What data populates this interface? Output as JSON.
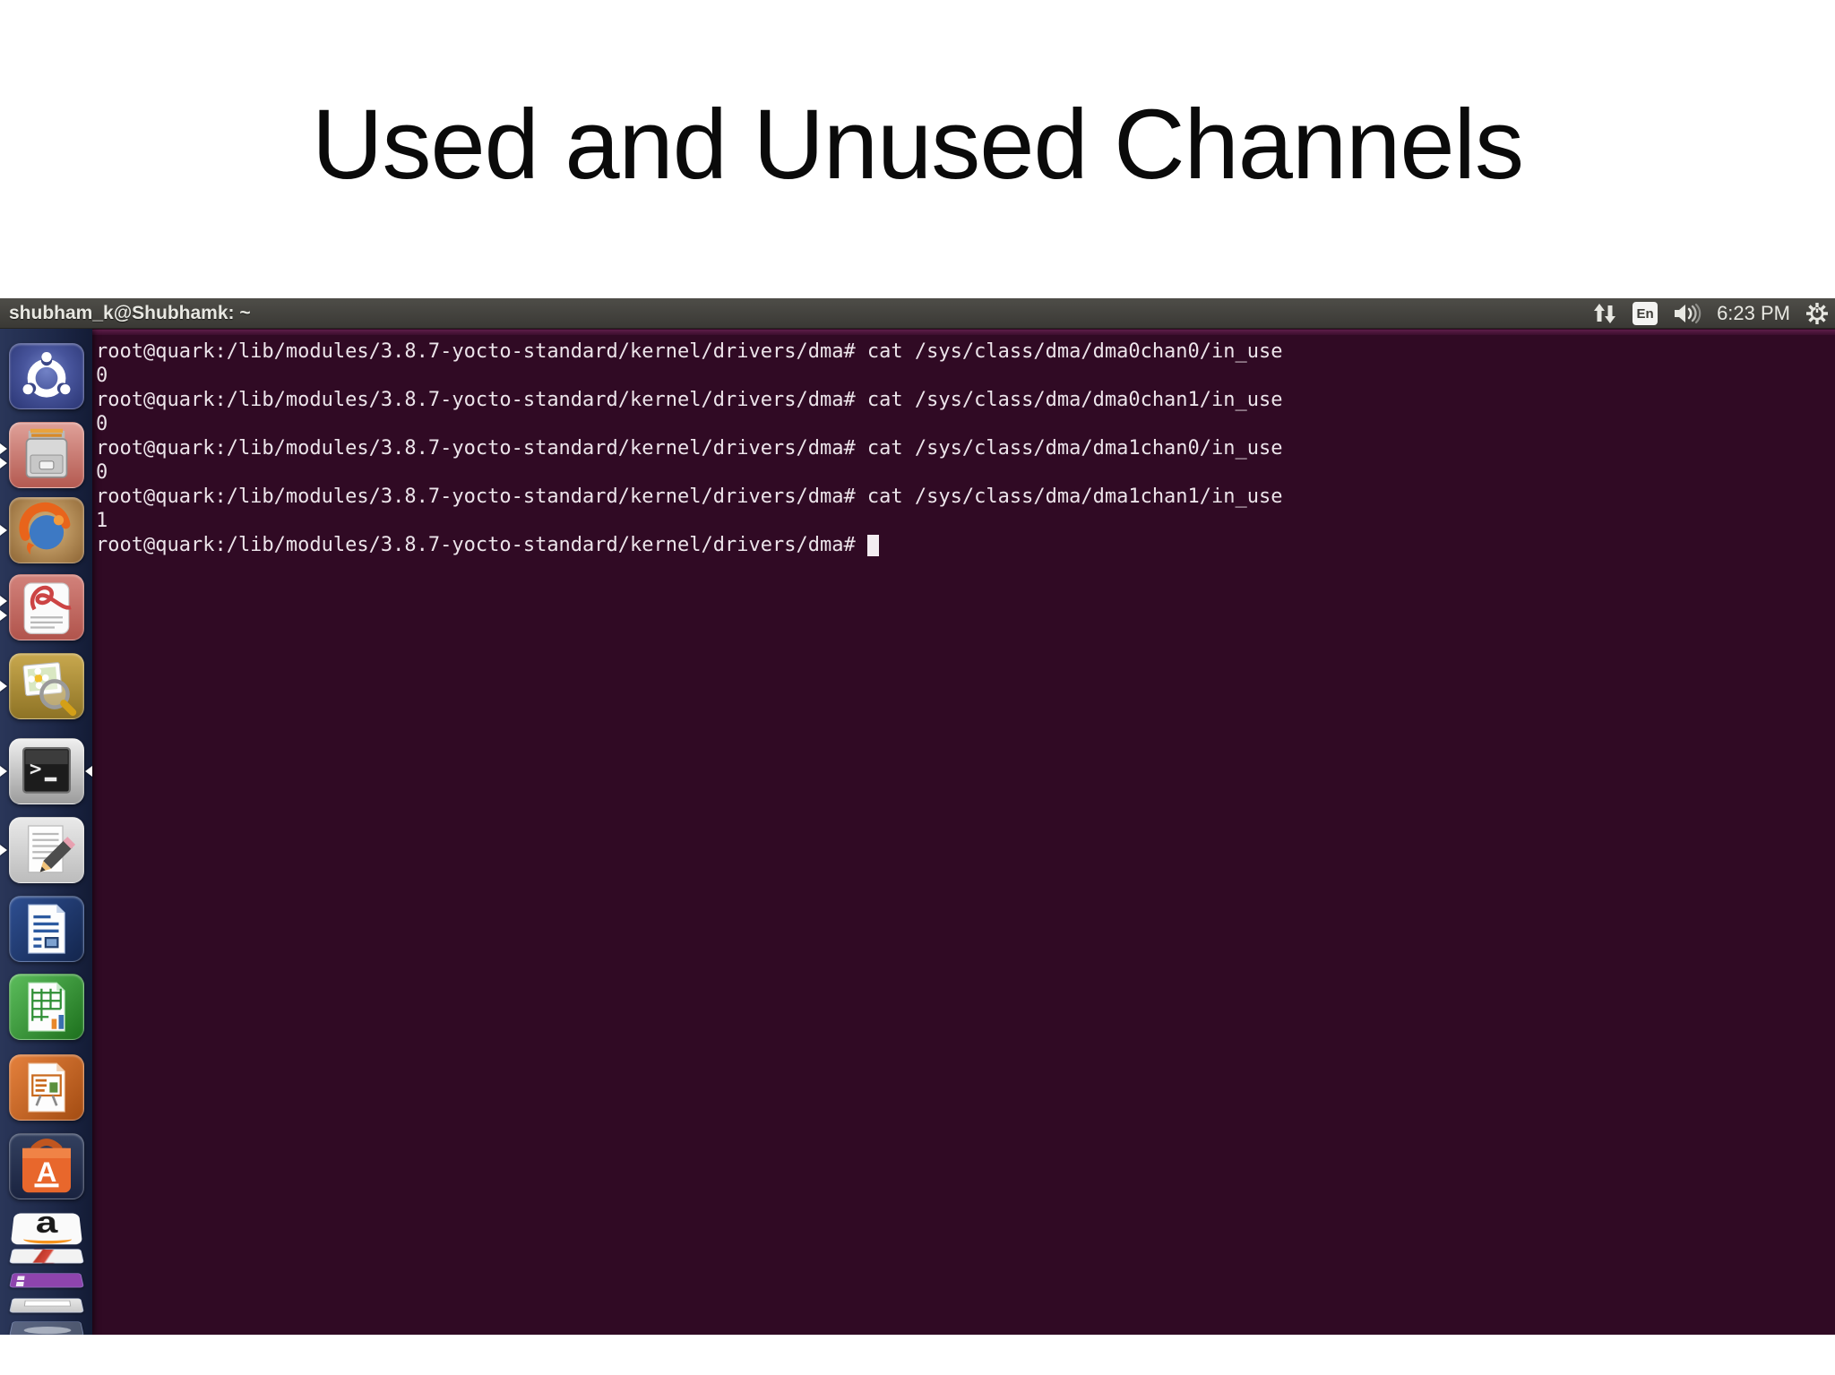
{
  "slide": {
    "title": "Used and Unused Channels",
    "background": "#ffffff",
    "title_color": "#0a0a0a"
  },
  "desktop": {
    "menubar": {
      "window_title": "shubham_k@Shubhamk: ~",
      "keyboard_layout": "En",
      "time": "6:23 PM",
      "icons": [
        "network-arrows-icon",
        "keyboard-layout-indicator",
        "volume-icon",
        "clock",
        "session-gear-icon"
      ],
      "bg": "#3e3d39",
      "text_color": "#e8e8e2"
    },
    "launcher": {
      "bg": "#1e2949",
      "icons": [
        "ubuntu-dash-icon",
        "file-cabinet-icon",
        "firefox-icon",
        "red-ribbon-document-icon",
        "image-viewer-icon",
        "terminal-icon",
        "text-editor-icon",
        "libreoffice-writer-icon",
        "libreoffice-calc-icon",
        "libreoffice-impress-icon",
        "software-center-bag-icon",
        "amazon-icon",
        "folded-launcher-icons"
      ],
      "running_indicator": "white-left-triangle",
      "focused_app": "terminal"
    },
    "terminal": {
      "bg": "#300a24",
      "text_color": "#ece4ea",
      "lines": [
        {
          "text": "root@quark:/lib/modules/3.8.7-yocto-standard/kernel/drivers/dma# cat /sys/class/dma/dma0chan0/in_use"
        },
        {
          "text": "0"
        },
        {
          "text": "root@quark:/lib/modules/3.8.7-yocto-standard/kernel/drivers/dma# cat /sys/class/dma/dma0chan1/in_use"
        },
        {
          "text": "0"
        },
        {
          "text": "root@quark:/lib/modules/3.8.7-yocto-standard/kernel/drivers/dma# cat /sys/class/dma/dma1chan0/in_use"
        },
        {
          "text": "0"
        },
        {
          "text": "root@quark:/lib/modules/3.8.7-yocto-standard/kernel/drivers/dma# cat /sys/class/dma/dma1chan1/in_use"
        },
        {
          "text": "1"
        },
        {
          "text": "root@quark:/lib/modules/3.8.7-yocto-standard/kernel/drivers/dma# ",
          "cursor": true
        }
      ]
    }
  }
}
